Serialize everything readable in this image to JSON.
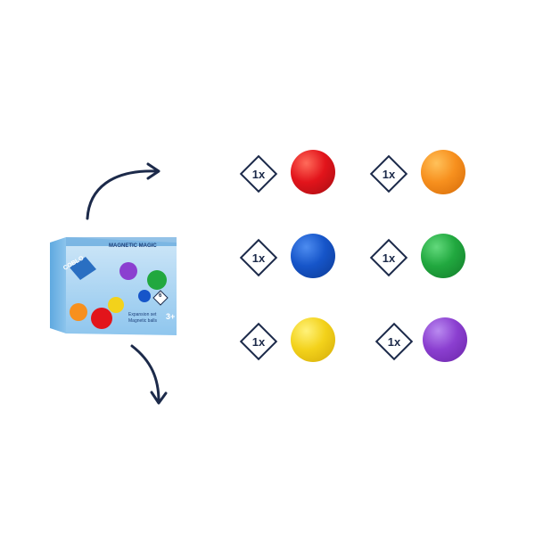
{
  "box": {
    "brand": "COBLO",
    "title": "MAGNETIC MAGIC",
    "subtitle_line1": "Expansion set",
    "subtitle_line2": "Magnetic balls",
    "age": "3+",
    "count_icon": "6"
  },
  "items": [
    {
      "qty": "1x",
      "color_name": "red",
      "color": "#e2141b",
      "highlight": "#ff6b5a",
      "shadow": "#a50d12"
    },
    {
      "qty": "1x",
      "color_name": "orange",
      "color": "#f7901e",
      "highlight": "#ffc15a",
      "shadow": "#d46a08"
    },
    {
      "qty": "1x",
      "color_name": "blue",
      "color": "#1655c9",
      "highlight": "#4d8cf0",
      "shadow": "#0d3a93"
    },
    {
      "qty": "1x",
      "color_name": "green",
      "color": "#21a83f",
      "highlight": "#62d97c",
      "shadow": "#137a2a"
    },
    {
      "qty": "1x",
      "color_name": "yellow",
      "color": "#f3d21b",
      "highlight": "#fff27a",
      "shadow": "#d3aa08"
    },
    {
      "qty": "1x",
      "color_name": "purple",
      "color": "#8b3fd0",
      "highlight": "#b98af0",
      "shadow": "#6a24a8"
    }
  ]
}
